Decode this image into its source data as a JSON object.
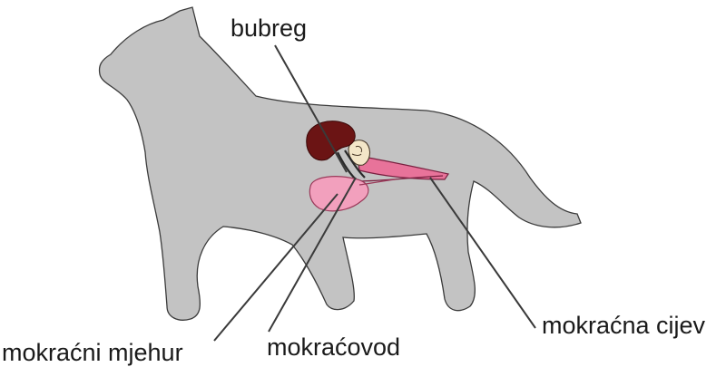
{
  "labels": {
    "kidney": "bubreg",
    "ureter": "mokraćovod",
    "bladder": "mokraćni mjehur",
    "urethra": "mokraćna cijev"
  },
  "colors": {
    "body_fill": "#c3c3c3",
    "body_stroke": "#3b3b3b",
    "kidney": "#6b1414",
    "bladder": "#f2a0bd",
    "urethra": "#e8739a",
    "leader_line": "#3a3a3a"
  }
}
